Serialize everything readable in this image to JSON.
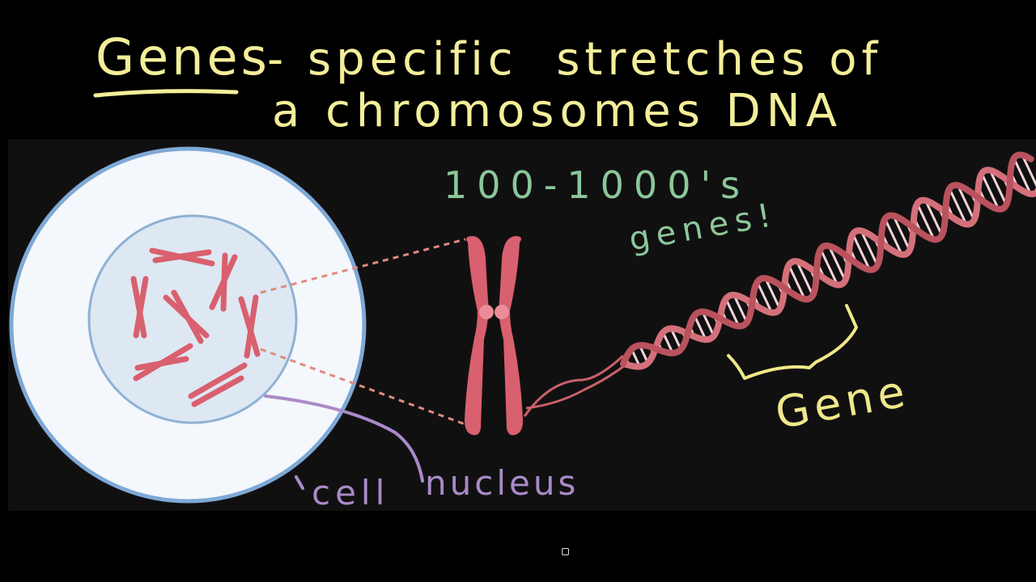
{
  "title": {
    "line1_word": "Genes",
    "line1_rest": "- specific  stretches of",
    "line2": "a chromosomes DNA"
  },
  "labels": {
    "count_line1": "100-1000's",
    "count_line2": "genes!",
    "gene": "Gene",
    "cell": "cell",
    "nucleus": "nucleus"
  },
  "colors": {
    "title": "#f4ee9a",
    "count": "#8cc79a",
    "gene_label": "#efe88a",
    "cell_label": "#a98ac8",
    "chromosome": "#d9606e",
    "dna": "#c9606a",
    "cell_fill": "#f4f7fb",
    "cell_border": "#7ea9d6",
    "nucleus_fill": "#dde8f3"
  }
}
